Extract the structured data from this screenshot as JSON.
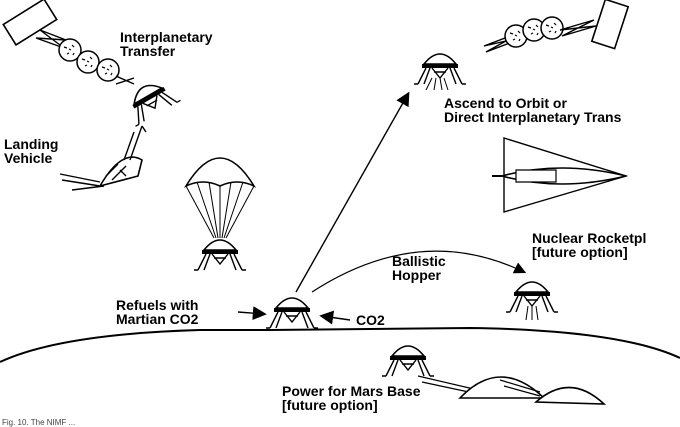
{
  "labels": {
    "interplanetary_transfer": "Interplanetary\nTransfer",
    "landing_vehicle": "Landing\nVehicle",
    "ascend_to_orbit": "Ascend to Orbit or\nDirect Interplanetary Trans",
    "nuclear_rocketplane": "Nuclear Rocketpl\n[future option]",
    "ballistic_hopper": "Ballistic\nHopper",
    "refuels_with_co2": "Refuels with\nMartian CO2",
    "co2": "CO2",
    "power_for_mars_base": "Power for Mars Base\n[future option]"
  },
  "caption": "Fig. 10. The NIMF ... ",
  "colors": {
    "ink": "#000000",
    "background": "#ffffff"
  }
}
